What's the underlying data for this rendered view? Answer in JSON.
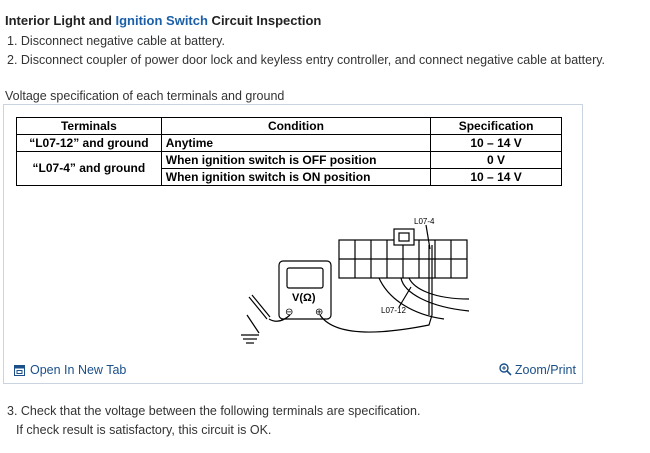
{
  "heading": {
    "prefix": "Interior Light and ",
    "link": "Ignition Switch",
    "suffix": " Circuit Inspection"
  },
  "steps": [
    "1. Disconnect negative cable at battery.",
    "2. Disconnect coupler of power door lock and keyless entry controller, and connect negative cable at battery.",
    "3. Check that the voltage between the following terminals are specification.",
    "If check result is satisfactory, this circuit is OK."
  ],
  "spec_caption": "Voltage specification of each terminals and ground",
  "table": {
    "headers": [
      "Terminals",
      "Condition",
      "Specification"
    ],
    "rows": [
      {
        "terminals": "“L07-12” and ground",
        "condition": "Anytime",
        "spec": "10 – 14 V"
      },
      {
        "terminals": "“L07-4” and ground",
        "condition": "When ignition switch is OFF position",
        "spec": "0 V"
      },
      {
        "terminals": "",
        "condition": "When ignition switch is ON position",
        "spec": "10 – 14 V"
      }
    ]
  },
  "diagram": {
    "label_top": "L07-4",
    "label_bottom": "L07-12",
    "meter_label": "V(Ω)",
    "minus": "⊖",
    "plus": "⊕"
  },
  "footer": {
    "open_tab": "Open In New Tab",
    "zoom_print": "Zoom/Print",
    "link_color": "#1a4f8a"
  }
}
